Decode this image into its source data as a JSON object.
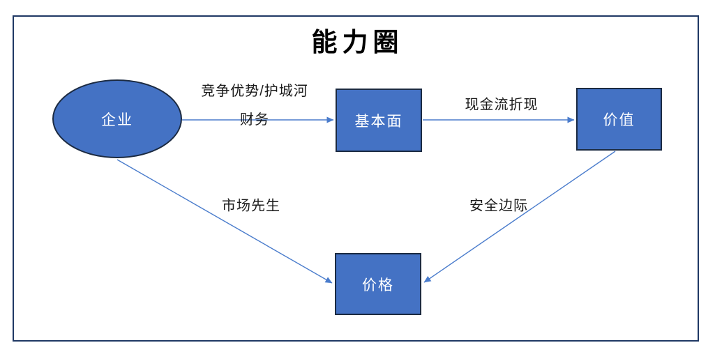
{
  "diagram": {
    "title": "能力圈",
    "nodes": {
      "enterprise": {
        "label": "企业",
        "shape": "ellipse"
      },
      "fundamentals": {
        "label": "基本面",
        "shape": "rect"
      },
      "value": {
        "label": "价值",
        "shape": "rect"
      },
      "price": {
        "label": "价格",
        "shape": "rect"
      }
    },
    "edges": [
      {
        "from": "企业",
        "to": "基本面",
        "label_line1": "竞争优势/护城河",
        "label_line2": "财务"
      },
      {
        "from": "基本面",
        "to": "价值",
        "label": "现金流折现"
      },
      {
        "from": "企业",
        "to": "价格",
        "label": "市场先生"
      },
      {
        "from": "价值",
        "to": "价格",
        "label": "安全边际"
      }
    ],
    "colors": {
      "node_fill": "#4472c4",
      "node_border": "#1b2a41",
      "node_text": "#ffffff",
      "connector": "#4a7ccc",
      "frame_border": "#1f3864",
      "label_text": "#1a1a1a",
      "background": "#ffffff"
    }
  }
}
